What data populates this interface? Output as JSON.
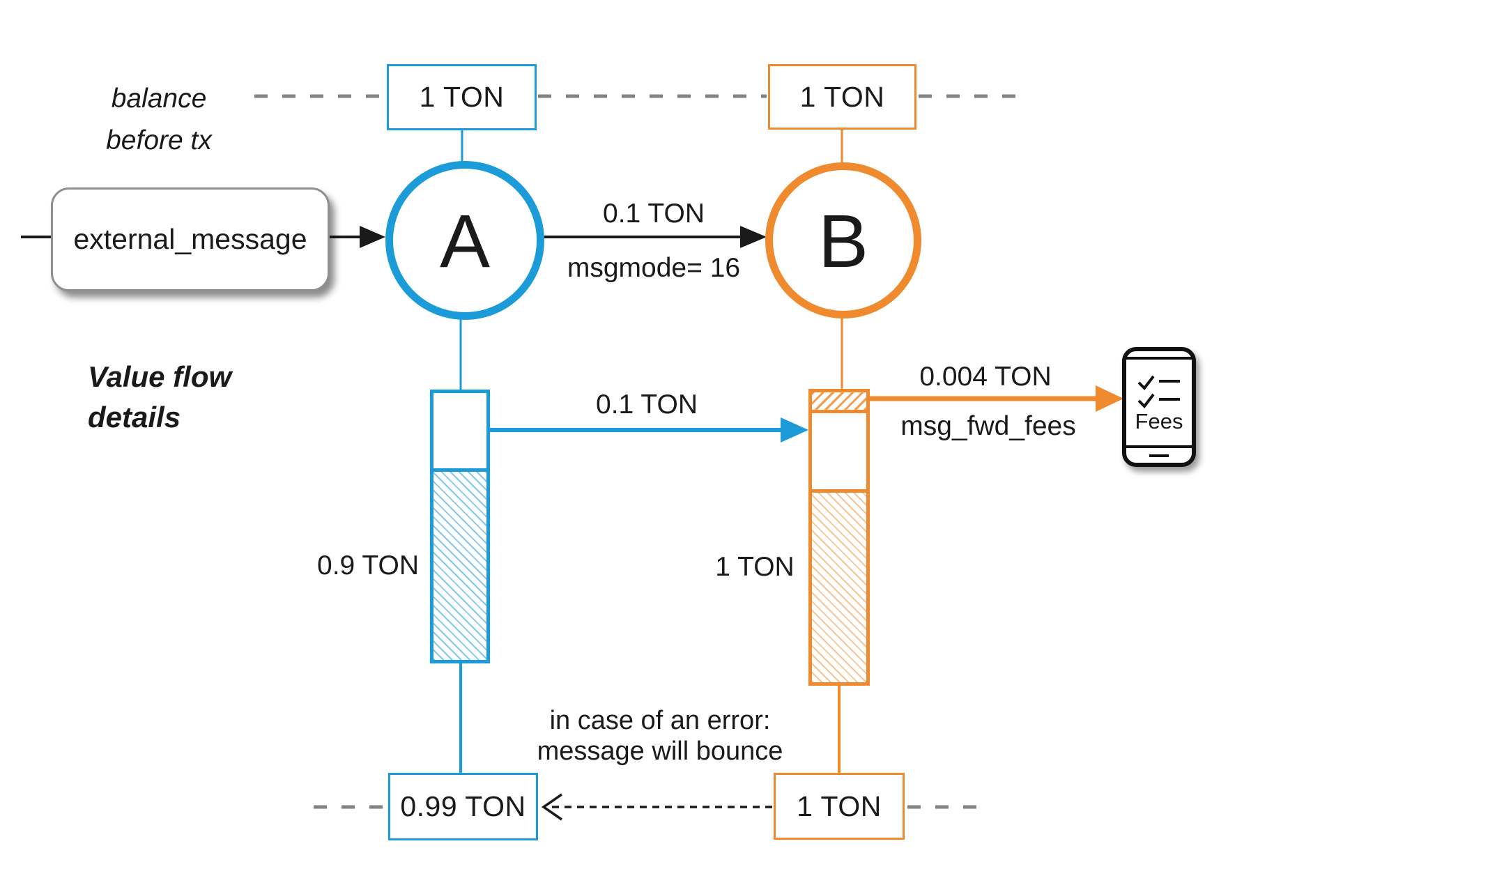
{
  "diagram": {
    "notes": {
      "balance_before_tx": [
        "balance",
        "before tx"
      ],
      "value_flow_details": [
        "Value flow",
        "details"
      ],
      "bounce": [
        "in case of an error:",
        "message will bounce"
      ]
    },
    "external_message": "external_message",
    "accounts": {
      "a": {
        "letter": "A",
        "balance_before": "1 TON",
        "outgoing_value": "0.1 TON",
        "remaining_value": "0.9 TON",
        "balance_after": "0.99 TON"
      },
      "b": {
        "letter": "B",
        "balance_before": "1 TON",
        "bar_value": "1 TON",
        "balance_after": "1 TON"
      }
    },
    "messages": {
      "a_to_b": {
        "amount": "0.1 TON",
        "mode": "msgmode= 16"
      },
      "fee": {
        "amount": "0.004 TON",
        "label": "msg_fwd_fees"
      }
    },
    "fees_icon_label": "Fees",
    "colors": {
      "account_a_blue": "#1B9CD8",
      "account_b_orange": "#F08A2E",
      "dash_gray": "#828282",
      "text_black": "#1A1A1A"
    }
  }
}
